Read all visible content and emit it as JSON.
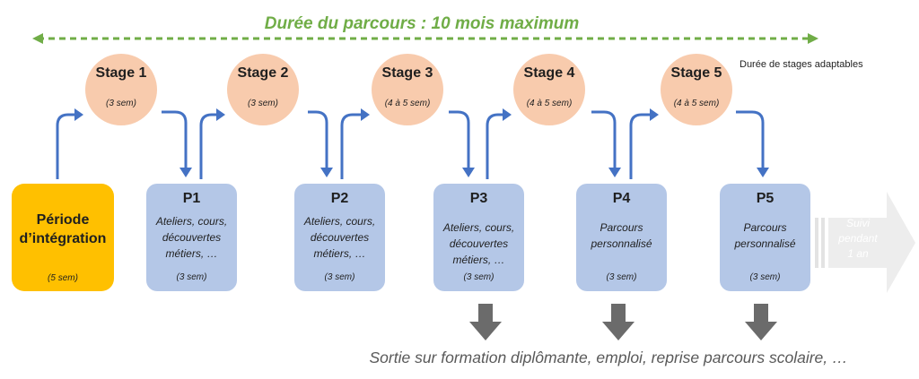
{
  "header": {
    "duration_title": "Durée du parcours : 10 mois maximum",
    "adaptable_note": "Durée de stages adaptables"
  },
  "stages": [
    {
      "name": "Stage 1",
      "duration": "(3 sem)"
    },
    {
      "name": "Stage 2",
      "duration": "(3 sem)"
    },
    {
      "name": "Stage 3",
      "duration": "(4 à 5 sem)"
    },
    {
      "name": "Stage 4",
      "duration": "(4 à 5 sem)"
    },
    {
      "name": "Stage 5",
      "duration": "(4 à 5 sem)"
    }
  ],
  "intake": {
    "title_line1": "Période",
    "title_line2": "d’intégration",
    "duration": "(5 sem)"
  },
  "phases": [
    {
      "name": "P1",
      "lines": [
        "Ateliers, cours,",
        "découvertes",
        "métiers, …"
      ],
      "duration": "(3 sem)"
    },
    {
      "name": "P2",
      "lines": [
        "Ateliers, cours,",
        "découvertes",
        "métiers, …"
      ],
      "duration": "(3 sem)"
    },
    {
      "name": "P3",
      "lines": [
        "Ateliers, cours,",
        "découvertes",
        "métiers, …"
      ],
      "duration": "(3 sem)"
    },
    {
      "name": "P4",
      "lines": [
        "Parcours",
        "personnalisé"
      ],
      "duration": "(3 sem)"
    },
    {
      "name": "P5",
      "lines": [
        "Parcours",
        "personnalisé"
      ],
      "duration": "(3 sem)"
    }
  ],
  "followup": {
    "lines": [
      "Suivi",
      "pendant",
      "1 an"
    ]
  },
  "exit": {
    "text": "Sortie sur formation diplômante, emploi, reprise parcours scolaire, …"
  },
  "colors": {
    "duration_arrow": "#70ad47",
    "stage_fill": "#f8cbad",
    "phase_fill": "#b4c7e7",
    "intake_fill": "#ffc000",
    "flow_arrow": "#4472c4",
    "exit_arrow": "#6b6b6b",
    "followup_arrow": "#ededed"
  }
}
